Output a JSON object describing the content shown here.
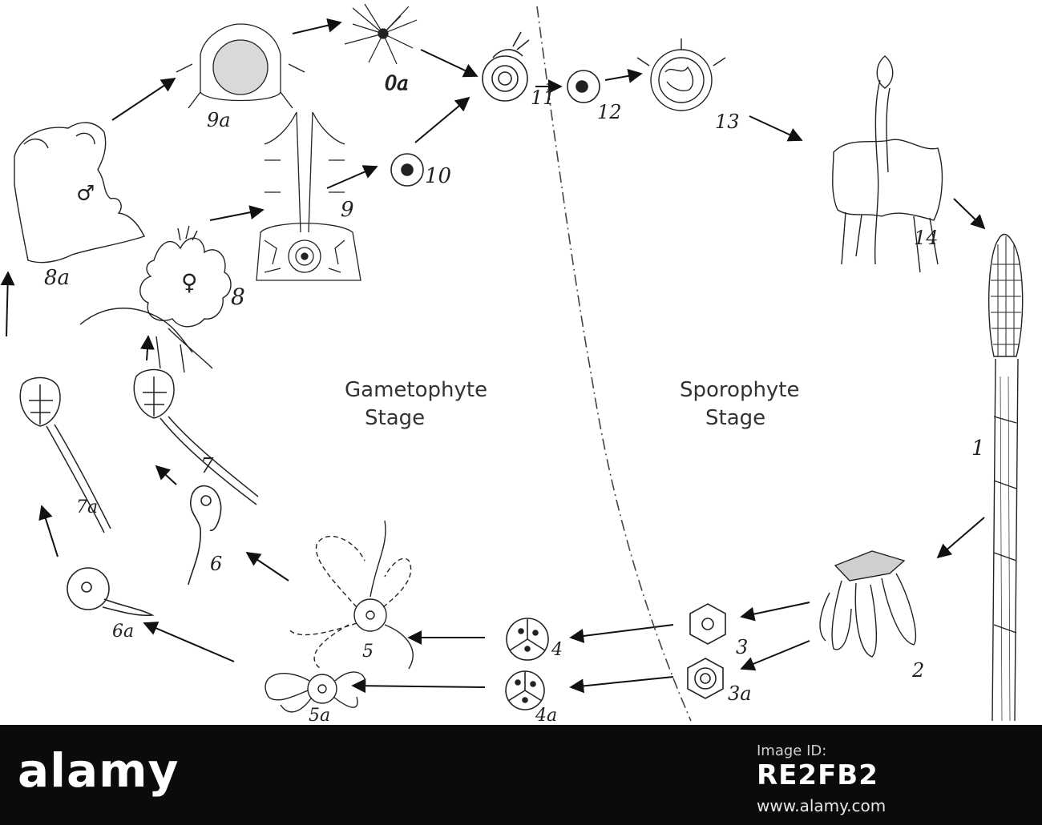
{
  "diagram": {
    "stage_labels": {
      "gametophyte_line1": "Gametophyte",
      "gametophyte_line2": "Stage",
      "sporophyte_line1": "Sporophyte",
      "sporophyte_line2": "Stage"
    },
    "figure_labels": {
      "f0a": "0a",
      "f1": "1",
      "f2": "2",
      "f3": "3",
      "f3a": "3a",
      "f4": "4",
      "f4a": "4a",
      "f5": "5",
      "f5a": "5a",
      "f6": "6",
      "f6a": "6a",
      "f7": "7",
      "f7a": "7a",
      "f8": "8",
      "f8a": "8a",
      "f9": "9",
      "f9a": "9a",
      "f10": "10",
      "f11": "11",
      "f12": "12",
      "f13": "13",
      "f14": "14"
    },
    "symbols": {
      "male": "♂",
      "female": "♀"
    }
  },
  "footer": {
    "logo": "alamy",
    "image_id_label": "Image ID:",
    "image_id": "RE2FB2",
    "url": "www.alamy.com"
  }
}
